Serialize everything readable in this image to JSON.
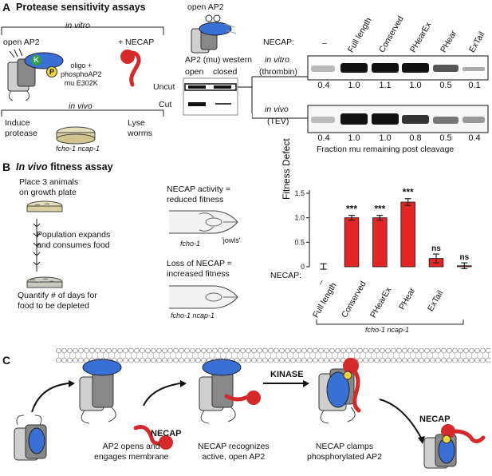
{
  "panelA": {
    "label": "A",
    "title": "Protease sensitivity assays",
    "in_vitro_header": "in vitro",
    "in_vivo_header": "in vivo",
    "open_ap2": "open AP2",
    "plus_necap": "+ NECAP",
    "oligo_text": [
      "oligo +",
      "phosphoAP2",
      "mu E302K"
    ],
    "induce": [
      "Induce",
      "protease"
    ],
    "lyse": [
      "Lyse",
      "worms"
    ],
    "strain": "fcho-1 ncap-1",
    "open_ap2_top": "open AP2",
    "western_title": "AP2 (mu) western",
    "col_open": "open",
    "col_closed": "closed",
    "row_uncut": "Uncut",
    "row_cut": "Cut",
    "necap_label": "NECAP:",
    "columns": [
      "–",
      "Full length",
      "Conserved",
      "PHearEx",
      "PHear",
      "ExTail"
    ],
    "in_vitro_blot_label": "in vitro",
    "thrombin": "(thrombin)",
    "in_vivo_blot_label": "in vivo",
    "tev": "(TEV)",
    "in_vitro_values": [
      "0.4",
      "1.0",
      "1.1",
      "1.0",
      "0.5",
      "0.1"
    ],
    "in_vivo_values": [
      "0.4",
      "1.0",
      "1.0",
      "0.8",
      "0.5",
      "0.4"
    ],
    "fraction_caption": "Fraction mu remaining post cleavage",
    "k_letter": "K",
    "p_letter": "P"
  },
  "panelB": {
    "label": "B",
    "title_italic": "In vivo",
    "title_rest": " fitness assay",
    "step1": [
      "Place 3 animals",
      "on growth plate"
    ],
    "step2": [
      "Population expands",
      "and consumes food"
    ],
    "step3": [
      "Quantify # of days for",
      "food to be depleted"
    ],
    "necap_activity": [
      "NECAP activity =",
      "reduced fitness"
    ],
    "jowls": "'jowls'",
    "strain1": "fcho-1",
    "loss": [
      "Loss of NECAP =",
      "increased fitness"
    ],
    "strain2": "fcho-1 ncap-1",
    "necap_label": "NECAP:",
    "bracket_label": "fcho-1 ncap-1"
  },
  "chart_data": {
    "type": "bar",
    "categories": [
      "–",
      "Full length",
      "Conserved",
      "PHearEx",
      "PHear",
      "ExTail"
    ],
    "values": [
      0.0,
      1.0,
      1.0,
      1.32,
      0.17,
      0.02
    ],
    "errors": [
      0.06,
      0.05,
      0.05,
      0.07,
      0.09,
      0.06
    ],
    "significance": [
      "",
      "***",
      "***",
      "***",
      "ns",
      "ns"
    ],
    "ylabel": "Fitness Defect",
    "xlabel": "",
    "ylim": [
      0,
      1.5
    ],
    "yticks": [
      "0",
      "0.5",
      "1.0",
      "1.5"
    ],
    "colors": {
      "bar": "#e32525",
      "control": "#ffffff",
      "error": "#222222"
    }
  },
  "panelC": {
    "label": "C",
    "necap1": "NECAP",
    "kinase": "KINASE",
    "necap2": "NECAP",
    "cap1": [
      "AP2 opens and",
      "engages membrane"
    ],
    "cap2": [
      "NECAP recognizes",
      "active, open AP2"
    ],
    "cap3": [
      "NECAP clamps",
      "phosphorylated AP2"
    ]
  },
  "colors": {
    "ap2_blue": "#3a6fd6",
    "necap_red": "#d62a2a",
    "grey_dark": "#888888",
    "grey_light": "#cfcfcf",
    "k_green": "#2f9e4a",
    "p_yellow": "#f2d43a"
  }
}
